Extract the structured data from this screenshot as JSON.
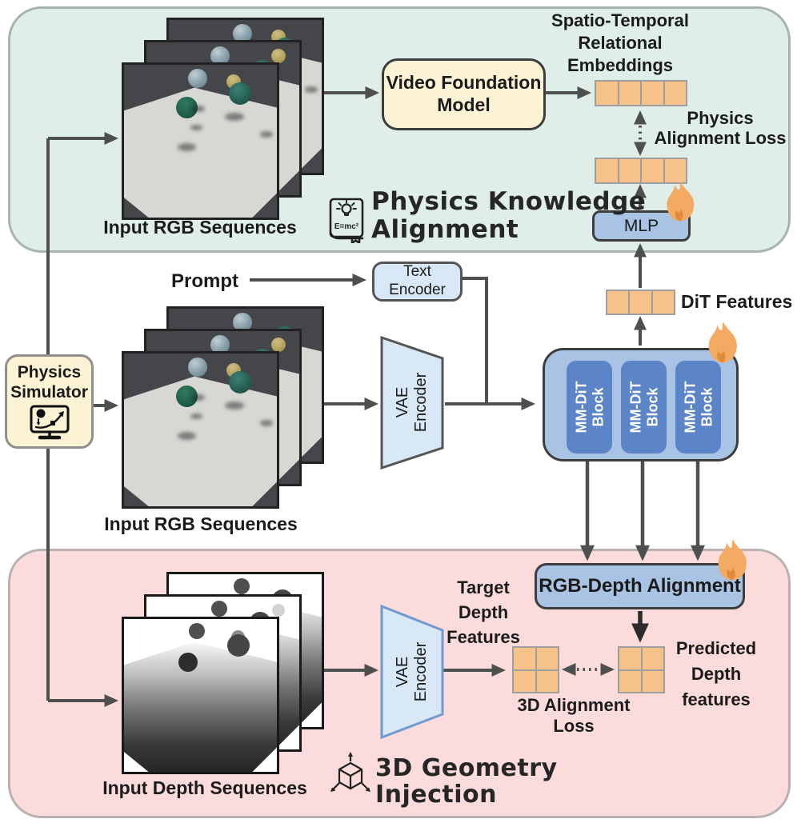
{
  "colors": {
    "green_bg": "#dfeee8",
    "green_border": "#a9b4ae",
    "pink_bg": "#fbdbdb",
    "pink_border": "#bab1b0",
    "cream": "#fcf3d4",
    "box_border_dark": "#3d3d3d",
    "blue_light": "#d9e8f7",
    "blue_mid": "#a9c3e4",
    "blue_block": "#5b85c6",
    "orange": "#f7c28a",
    "cell_border": "#9f9f9f",
    "arrow": "#4e504f",
    "arrow_dark": "#2b2b2b",
    "text": "#1b1b1b",
    "sim_border": "#8f8f8f",
    "vae_border_mid": "#555555",
    "vae_border_bot": "#6f9ace",
    "flame_main": "#f3aa63",
    "flame_inner": "#e08a3c"
  },
  "physics_alignment": {
    "title_lines": [
      "Physics Knowledge",
      "Alignment"
    ],
    "book_icon_text": "E=mc²",
    "input_label": "Input RGB Sequences",
    "vfm_lines": [
      "Video Foundation",
      "Model"
    ],
    "embeddings_title_lines": [
      "Spatio-Temporal",
      "Relational",
      "Embeddings"
    ],
    "loss_lines": [
      "Physics",
      "Alignment Loss"
    ],
    "mlp_label": "MLP"
  },
  "backbone": {
    "prompt_label": "Prompt",
    "text_encoder_lines": [
      "Text",
      "Encoder"
    ],
    "simulator_lines": [
      "Physics",
      "Simulator"
    ],
    "input_label": "Input RGB Sequences",
    "vae_lines": [
      "VAE",
      "Encoder"
    ],
    "mmdit_blocks": [
      {
        "lines": [
          "MM-DiT",
          "Block"
        ]
      },
      {
        "lines": [
          "MM-DiT",
          "Block"
        ]
      },
      {
        "lines": [
          "MM-DiT",
          "Block"
        ]
      }
    ],
    "dit_features_label": "DiT Features"
  },
  "geometry_injection": {
    "title_lines": [
      "3D Geometry",
      "Injection"
    ],
    "input_label": "Input Depth Sequences",
    "vae_lines": [
      "VAE",
      "Encoder"
    ],
    "rgb_depth_label": "RGB-Depth Alignment",
    "target_lines": [
      "Target",
      "Depth",
      "Features"
    ],
    "predicted_lines": [
      "Predicted",
      "Depth",
      "features"
    ],
    "loss_lines": [
      "3D Alignment",
      "Loss"
    ]
  }
}
